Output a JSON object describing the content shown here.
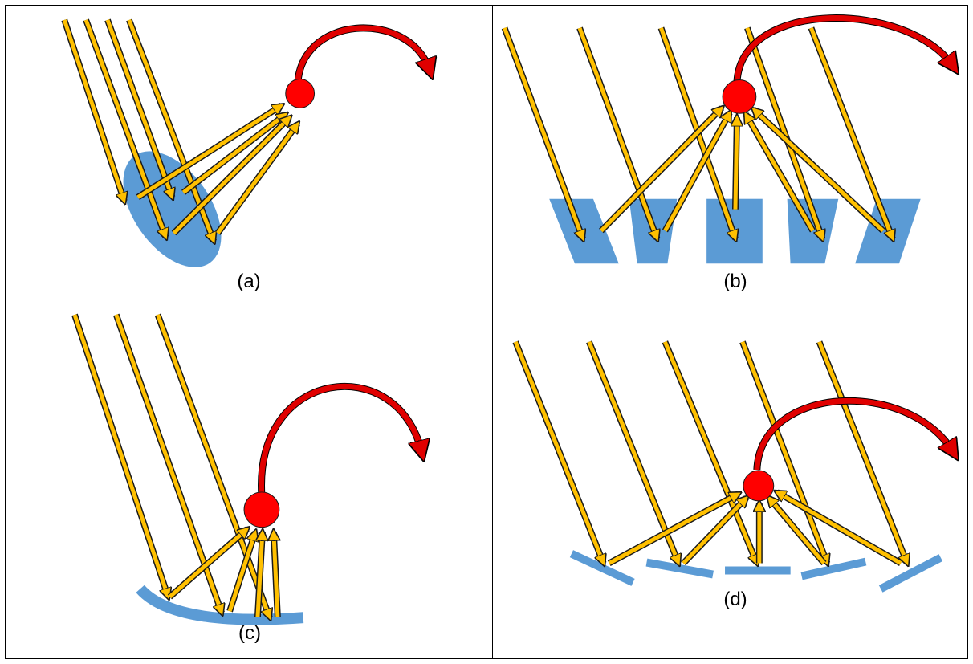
{
  "panels": [
    {
      "id": "a",
      "caption": "(a)"
    },
    {
      "id": "b",
      "caption": "(b)"
    },
    {
      "id": "c",
      "caption": "(c)"
    },
    {
      "id": "d",
      "caption": "(d)"
    }
  ],
  "colors": {
    "ray_fill": "#FFC000",
    "ray_stroke": "#1a1a1a",
    "mirror": "#5B9BD5",
    "receiver": "#FF0000",
    "heat_arrow": "#E00000"
  }
}
